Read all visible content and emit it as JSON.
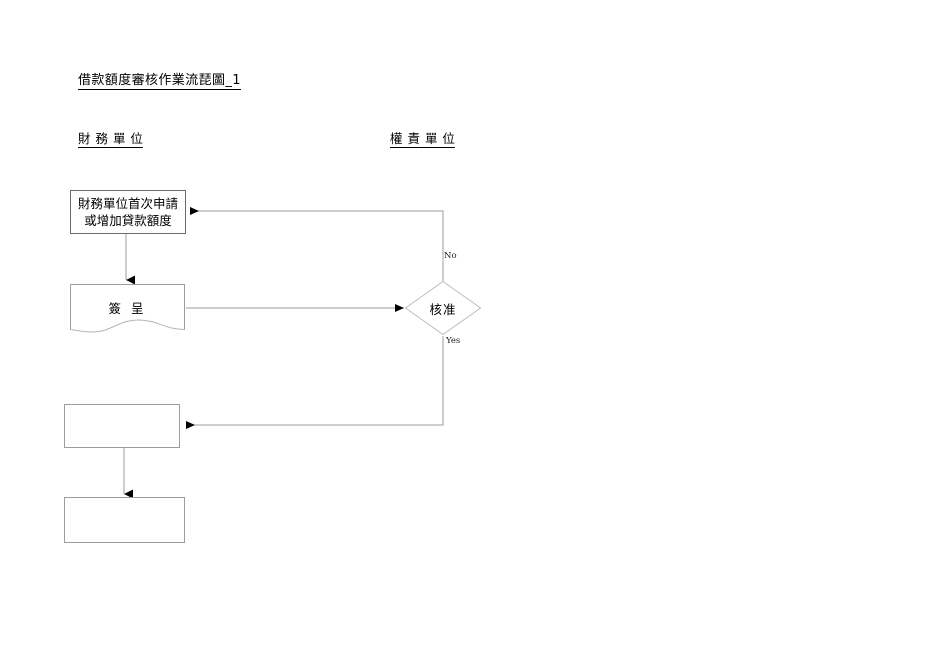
{
  "document": {
    "title": "借款額度審核作業流琵圖_1"
  },
  "columns": [
    {
      "name": "finance-unit",
      "label": "財 務 單 位"
    },
    {
      "name": "authority-unit",
      "label": "權 責 單 位"
    }
  ],
  "flowchart": {
    "type": "flowchart",
    "orientation": "top-down",
    "nodes": [
      {
        "id": "request",
        "shape": "rectangle",
        "line1": "財務單位首次申請",
        "line2": "或增加貸款額度",
        "column": "finance-unit"
      },
      {
        "id": "memo",
        "shape": "document",
        "label": "簽 呈",
        "column": "finance-unit"
      },
      {
        "id": "decision",
        "shape": "diamond",
        "label": "核准",
        "column": "authority-unit"
      },
      {
        "id": "blank-1",
        "shape": "rectangle",
        "label": "",
        "column": "finance-unit"
      },
      {
        "id": "blank-2",
        "shape": "rectangle",
        "label": "",
        "column": "finance-unit"
      }
    ],
    "edges": [
      {
        "from": "request",
        "to": "memo",
        "label": ""
      },
      {
        "from": "memo",
        "to": "decision",
        "label": ""
      },
      {
        "from": "decision",
        "to": "request",
        "label": "No"
      },
      {
        "from": "decision",
        "to": "blank-1",
        "label": "Yes"
      },
      {
        "from": "blank-1",
        "to": "blank-2",
        "label": ""
      }
    ],
    "branch_labels": {
      "no": "No",
      "yes": "Yes"
    }
  },
  "colors": {
    "line": "#9d9d9d",
    "arrowhead": "#000000",
    "text": "#000000",
    "background": "#ffffff"
  }
}
